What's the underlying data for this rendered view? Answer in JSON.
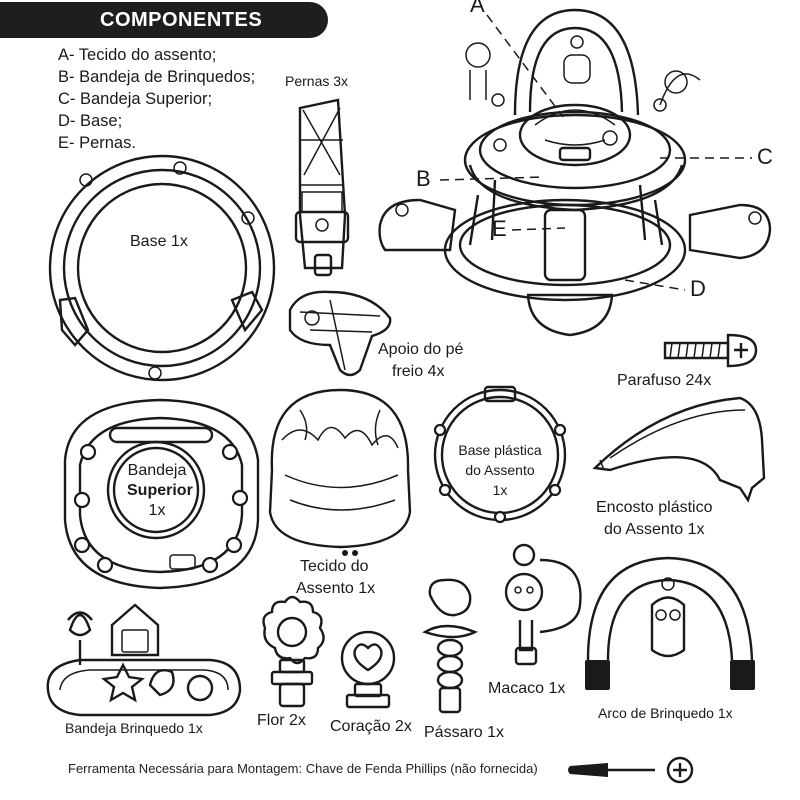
{
  "header": {
    "title": "COMPONENTES"
  },
  "legend": [
    "A- Tecido do assento;",
    "B- Bandeja de Brinquedos;",
    "C- Bandeja Superior;",
    "D- Base;",
    "E- Pernas."
  ],
  "callouts": {
    "a": "A",
    "b": "B",
    "c": "C",
    "d": "D",
    "e": "E"
  },
  "parts": {
    "pernas": "Pernas 3x",
    "base": "Base  1x",
    "apoio_line1": "Apoio do pé",
    "apoio_line2": "freio 4x",
    "parafuso": "Parafuso 24x",
    "bandeja_sup_1": "Bandeja",
    "bandeja_sup_2": "Superior",
    "bandeja_sup_3": "1x",
    "tecido_1": "Tecido do",
    "tecido_2": "Assento 1x",
    "base_plastica_1": "Base plástica",
    "base_plastica_2": "do Assento",
    "base_plastica_3": "1x",
    "encosto_1": "Encosto plástico",
    "encosto_2": "do Assento 1x",
    "bandeja_brinquedo": "Bandeja Brinquedo 1x",
    "flor": "Flor 2x",
    "coracao": "Coração 2x",
    "passaro": "Pássaro 1x",
    "macaco": "Macaco 1x",
    "arco": "Arco de Brinquedo 1x"
  },
  "footer": {
    "tool_note": "Ferramenta Necessária para Montagem: Chave de Fenda Phillips (não fornecida)"
  }
}
